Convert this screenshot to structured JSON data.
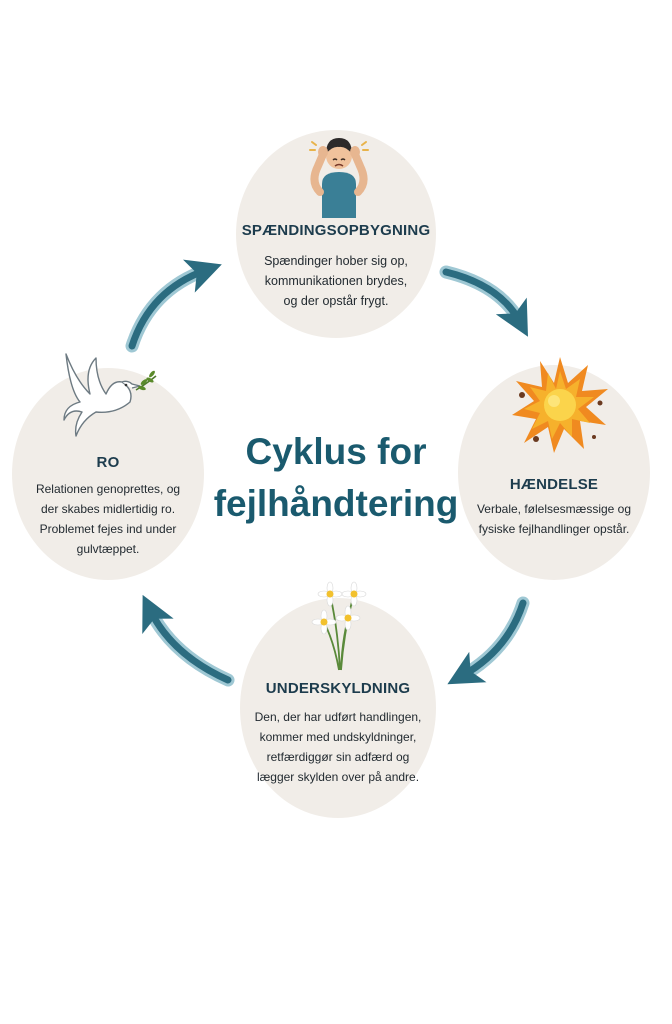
{
  "title": "Cyklus for\nfejlhåndtering",
  "colors": {
    "accent": "#1a5a6e",
    "arrow": "#2b6c80",
    "arrow_light": "#9fc8d4",
    "blob": "#f1ede8"
  },
  "nodes": {
    "top": {
      "title": "SPÆNDINGSOPBYGNING",
      "description": "Spændinger hober sig op,\nkommunikationen brydes,\nog der opstår frygt.",
      "icon": "stressed-person-icon"
    },
    "right": {
      "title": "HÆNDELSE",
      "description": "Verbale, følelsesmæssige og\nfysiske fejlhandlinger opstår.",
      "icon": "explosion-icon"
    },
    "bottom": {
      "title": "UNDERSKYLDNING",
      "description": "Den, der har udført handlingen,\nkommer med undskyldninger,\nretfærdiggør sin adfærd og\nlægger skylden over på andre.",
      "icon": "daisy-flowers-icon"
    },
    "left": {
      "title": "RO",
      "description": "Relationen genoprettes, og\nder skabes midlertidig ro.\nProblemet fejes ind under\ngulvtæppet.",
      "icon": "dove-icon"
    }
  }
}
